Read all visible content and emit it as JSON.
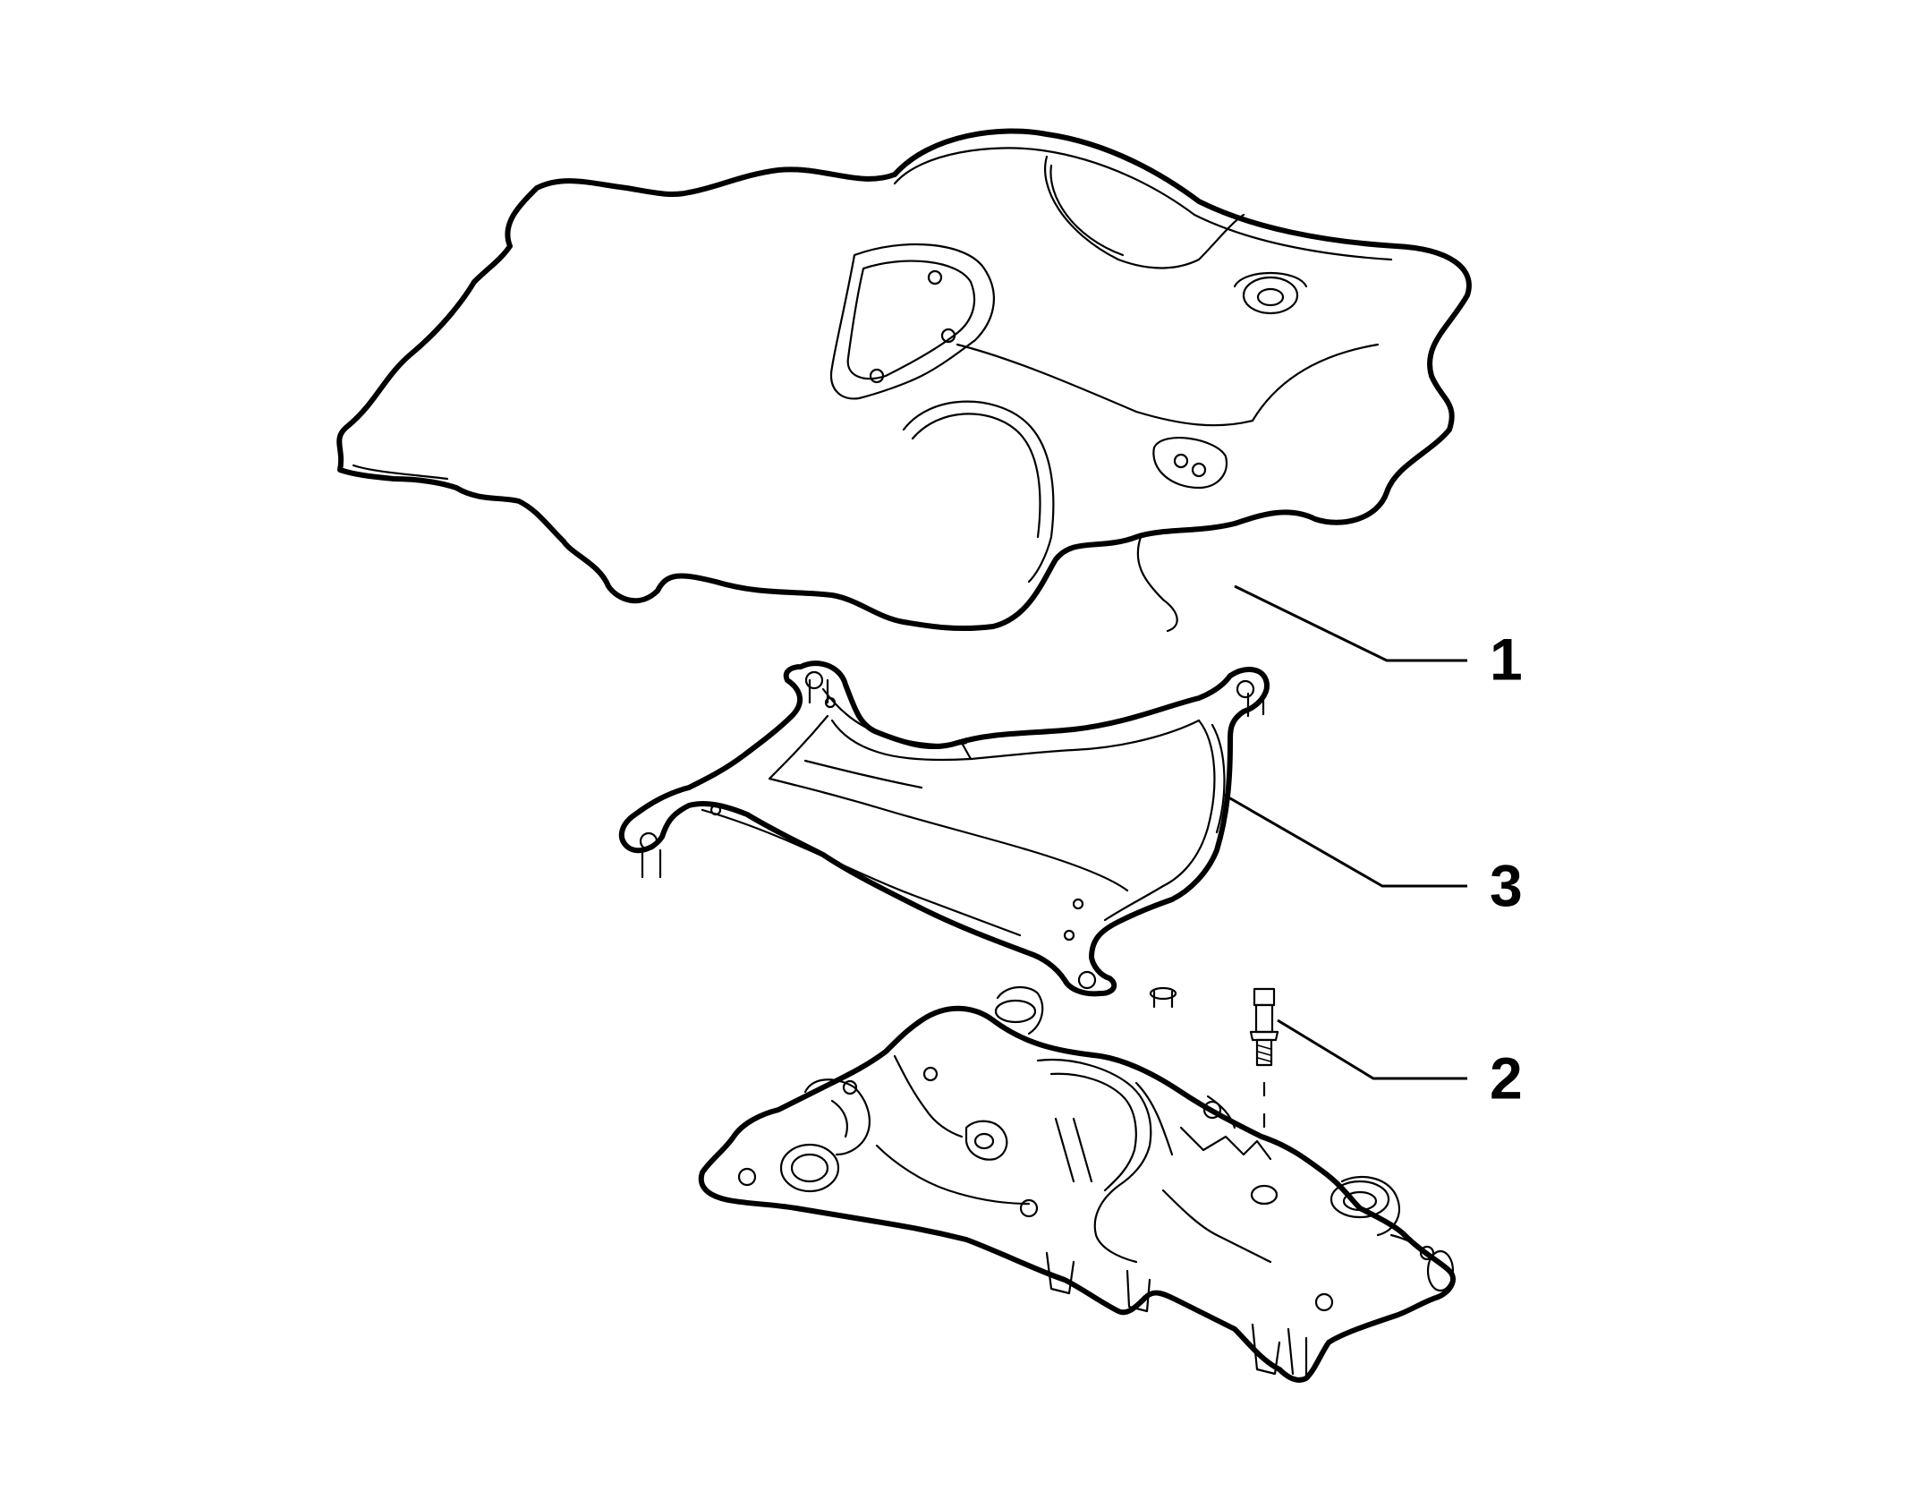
{
  "callouts": [
    {
      "label": "1"
    },
    {
      "label": "3"
    },
    {
      "label": "2"
    }
  ],
  "colors": {
    "line": "#000000",
    "background": "#ffffff"
  }
}
